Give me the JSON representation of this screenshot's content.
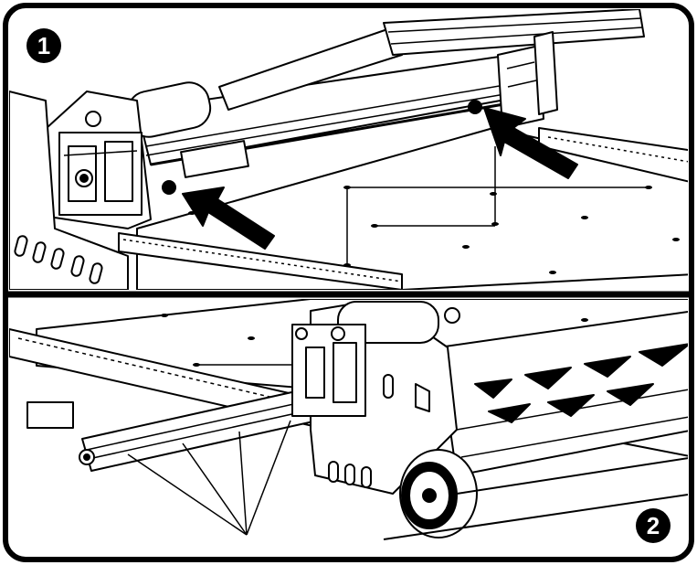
{
  "figure": {
    "panels": [
      {
        "step": "1",
        "caption_marker": "1"
      },
      {
        "step": "2",
        "caption_marker": "2"
      }
    ],
    "colors": {
      "ink": "#000000",
      "paper": "#ffffff",
      "shade": "#d9d9d9"
    }
  }
}
